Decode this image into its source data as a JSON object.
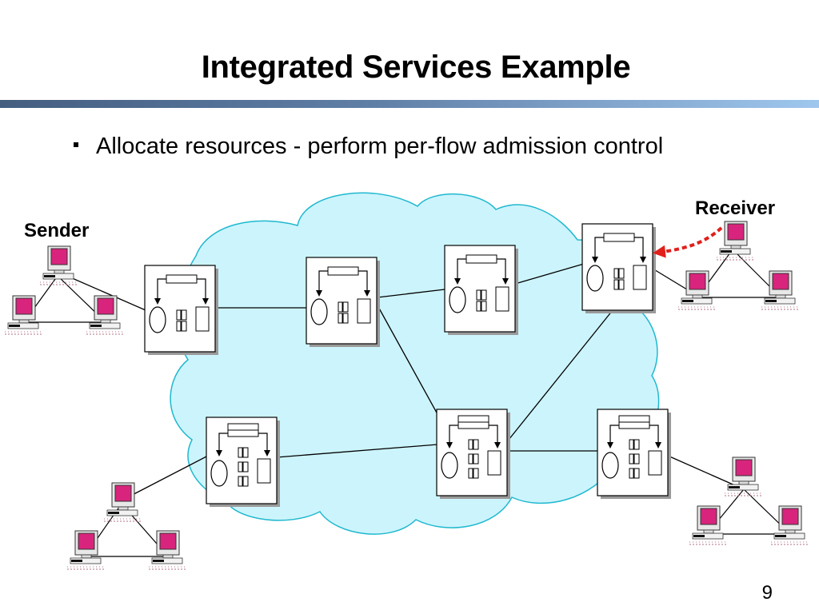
{
  "slide": {
    "title": "Integrated Services Example",
    "bullets": [
      "Allocate resources - perform per-flow admission control"
    ],
    "page_number": "9"
  },
  "diagram": {
    "sender_label": "Sender",
    "receiver_label": "Receiver",
    "cloud_color": "#ccf4fc",
    "host_screen_color": "#d8247c",
    "arrow_color": "#e0201c"
  }
}
